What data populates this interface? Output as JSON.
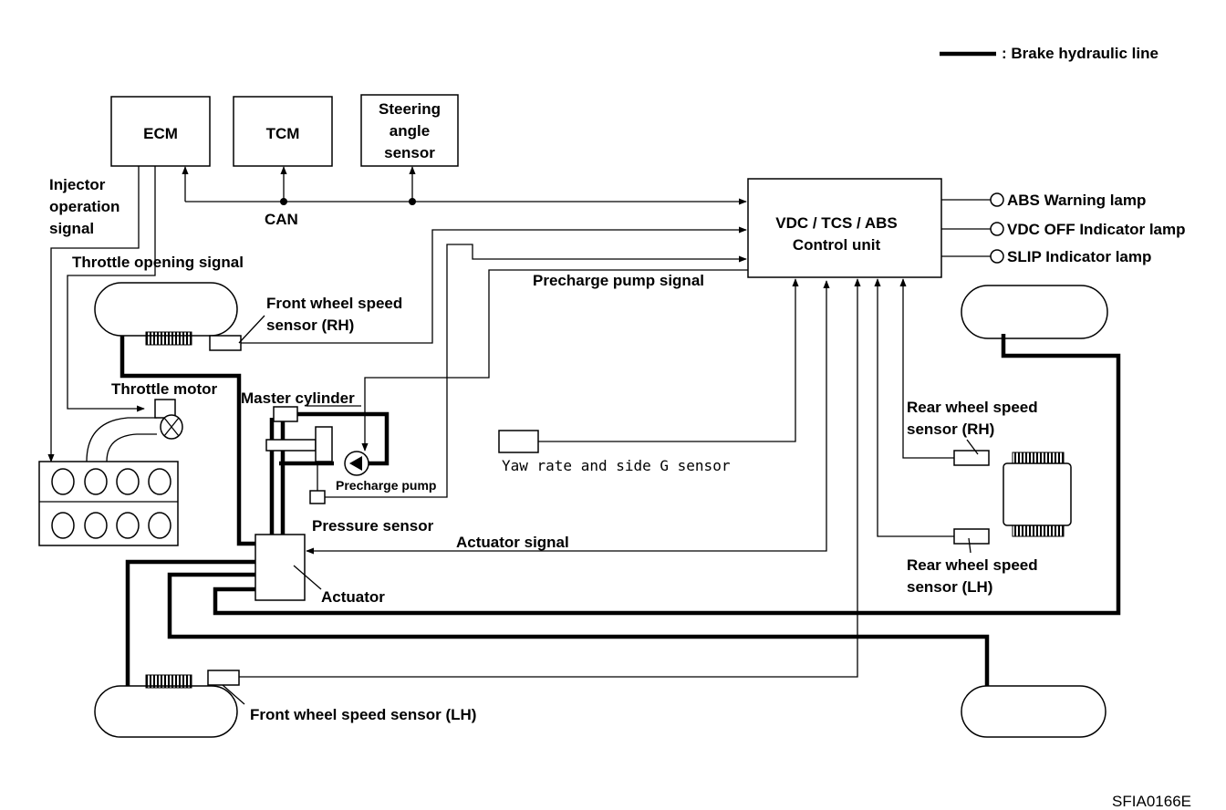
{
  "legend": {
    "brake_line_label": ": Brake hydraulic line"
  },
  "units": {
    "ecm": "ECM",
    "tcm": "TCM",
    "steering_sensor": [
      "Steering",
      "angle",
      "sensor"
    ],
    "control_unit": [
      "VDC / TCS / ABS",
      "Control unit"
    ]
  },
  "signals": {
    "can": "CAN",
    "injector": [
      "Injector",
      "operation",
      "signal"
    ],
    "throttle_opening": "Throttle opening signal",
    "precharge_pump_signal": "Precharge pump signal",
    "actuator_signal": "Actuator signal"
  },
  "lamps": {
    "abs_warning": "ABS Warning lamp",
    "vdc_off": "VDC OFF Indicator lamp",
    "slip": "SLIP Indicator lamp"
  },
  "components": {
    "front_rh_sensor": [
      "Front wheel speed",
      "sensor (RH)"
    ],
    "throttle_motor": "Throttle motor",
    "master_cylinder": "Master cylinder",
    "precharge_pump": "Precharge pump",
    "pressure_sensor": "Pressure sensor",
    "actuator": "Actuator",
    "yaw_sensor": "Yaw rate and side G sensor",
    "rear_rh_sensor": [
      "Rear wheel speed",
      "sensor (RH)"
    ],
    "rear_lh_sensor": [
      "Rear wheel speed",
      "sensor (LH)"
    ],
    "front_lh_sensor": "Front wheel speed sensor (LH)"
  },
  "figure_code": "SFIA0166E"
}
